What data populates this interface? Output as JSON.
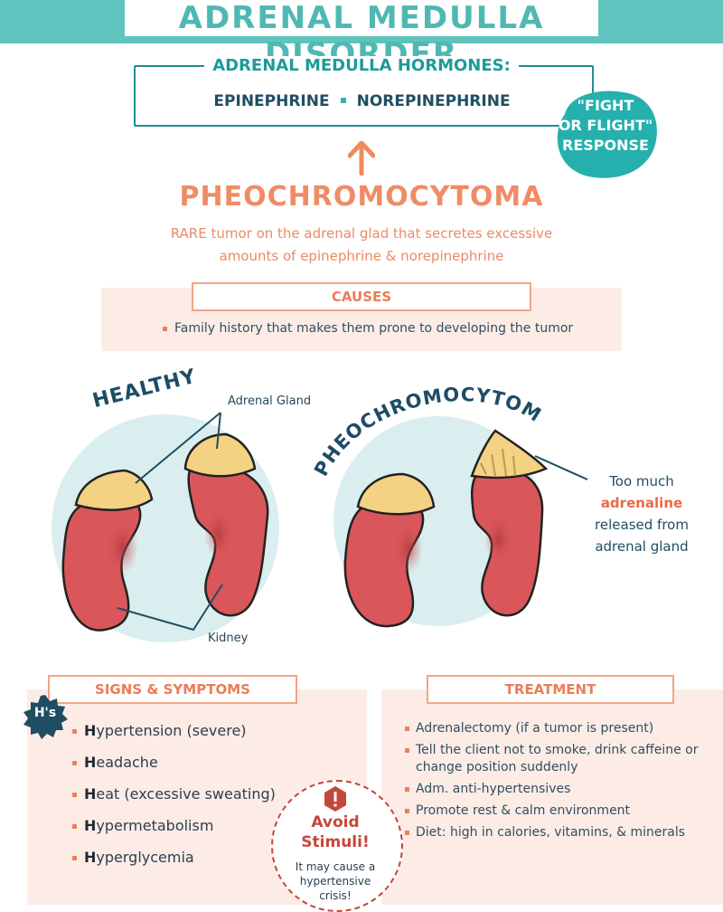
{
  "header": {
    "title": "ADRENAL MEDULLA DISORDER"
  },
  "hormones": {
    "title": "ADRENAL MEDULLA HORMONES:",
    "items": [
      "EPINEPHRINE",
      "NOREPINEPHRINE"
    ],
    "badge_lines": [
      "\"FIGHT",
      "OR FLIGHT\"",
      "RESPONSE"
    ]
  },
  "condition": {
    "name": "PHEOCHROMOCYTOMA",
    "description_lines": [
      "RARE tumor on the adrenal glad that secretes excessive",
      "amounts of epinephrine & norepinephrine"
    ]
  },
  "causes": {
    "heading": "CAUSES",
    "items": [
      "Family history that makes them prone to developing the tumor"
    ]
  },
  "diagram": {
    "healthy_label": "HEALTHY",
    "pheo_label": "PHEOCHROMOCYTOMA",
    "adrenal_label": "Adrenal Gland",
    "kidney_label": "Kidney",
    "callout_lines": [
      "Too much",
      "adrenaline",
      "released from",
      "adrenal gland"
    ]
  },
  "symptoms": {
    "heading": "SIGNS & SYMPTOMS",
    "badge": "H's",
    "items": [
      {
        "cap": "H",
        "rest": "ypertension (severe)"
      },
      {
        "cap": "H",
        "rest": "eadache"
      },
      {
        "cap": "H",
        "rest": "eat (excessive sweating)"
      },
      {
        "cap": "H",
        "rest": "ypermetabolism"
      },
      {
        "cap": "H",
        "rest": "yperglycemia"
      }
    ]
  },
  "treatment": {
    "heading": "TREATMENT",
    "items": [
      "Adrenalectomy (if a tumor is present)",
      "Tell the client not to smoke, drink caffeine or change position suddenly",
      "Adm. anti-hypertensives",
      "Promote rest & calm environment",
      "Diet: high in calories, vitamins, & minerals"
    ]
  },
  "warning": {
    "title_lines": [
      "Avoid",
      "Stimuli!"
    ],
    "sub_lines": [
      "It may cause a",
      "hypertensive",
      "crisis!"
    ]
  },
  "colors": {
    "teal": "#5fc4be",
    "dark_teal": "#1e8f93",
    "coral": "#ec7c58",
    "kidney": "#d9565a",
    "gland": "#f4d283",
    "navy": "#1f4e63",
    "peach_bg": "#fdece6"
  }
}
